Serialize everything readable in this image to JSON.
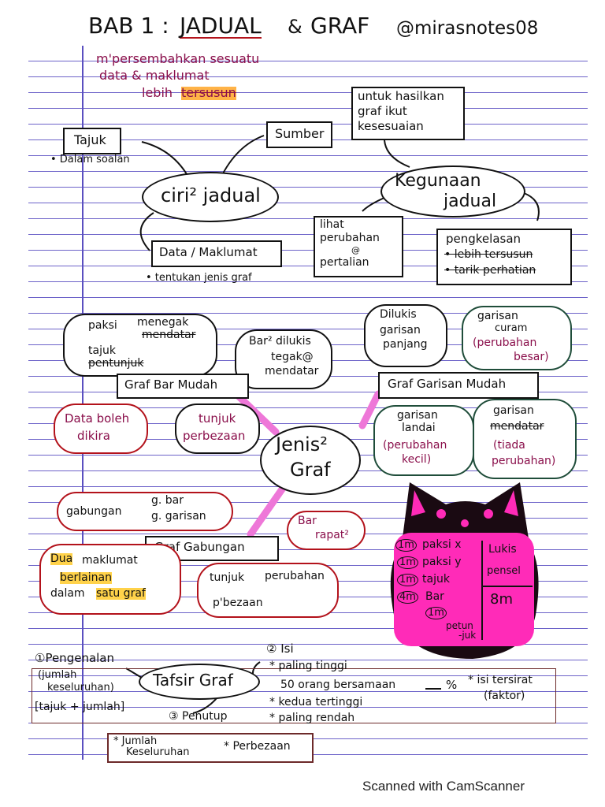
{
  "header": {
    "title_left": "BAB 1 :",
    "title_jadual": "JADUAL",
    "title_and": "&",
    "title_graf": "GRAF",
    "handle": "@mirasnotes08"
  },
  "intro": {
    "line1": "m'persembahkan sesuatu",
    "line2": "data & maklumat",
    "line3": "lebih",
    "line3_hl": "tersusun"
  },
  "ciri": {
    "center": "ciri² jadual",
    "tajuk": "Tajuk",
    "tajuk_note": "• Dalam soalan",
    "sumber": "Sumber",
    "data": "Data / Maklumat",
    "data_note": "• tentukan jenis graf"
  },
  "kegunaan": {
    "center_line1": "Kegunaan",
    "center_line2": "jadual",
    "top_box": [
      "untuk hasilkan",
      "graf ikut",
      "kesesuaian"
    ],
    "left_box": [
      "lihat",
      "perubahan",
      "@",
      "pertalian"
    ],
    "right_box": [
      "pengkelasan",
      "• lebih tersusun",
      "• tarik perhatian"
    ]
  },
  "jenis": {
    "center_line1": "Jenis²",
    "center_line2": "Graf"
  },
  "bar": {
    "label": "Graf Bar Mudah",
    "cloud_top": [
      "paksi",
      "menegak",
      "mendatar",
      "tajuk",
      "pentunjuk"
    ],
    "cloud_right": [
      "Bar² dilukis",
      "tegak@",
      "mendatar"
    ],
    "cloud_bl": [
      "Data boleh",
      "dikira"
    ],
    "cloud_br": [
      "tunjuk",
      "perbezaan"
    ]
  },
  "garisan": {
    "label": "Graf Garisan Mudah",
    "cloud_tl": [
      "Dilukis",
      "garisan",
      "panjang"
    ],
    "cloud_tr": [
      "garisan",
      "curam",
      "(perubahan",
      "besar)"
    ],
    "cloud_bl": [
      "garisan",
      "landai",
      "(perubahan",
      "kecil)"
    ],
    "cloud_br": [
      "garisan",
      "mendatar",
      "(tiada",
      "perubahan)"
    ]
  },
  "gabungan": {
    "label": "Graf Gabungan",
    "cloud_top": [
      "gabungan",
      "g. bar",
      "g. garisan"
    ],
    "cloud_bar": [
      "Bar",
      "rapat²"
    ],
    "cloud_left": [
      "Dua",
      "maklumat",
      "berlainan",
      "dalam",
      "satu graf"
    ],
    "cloud_right": [
      "tunjuk",
      "perubahan",
      "p'bezaan"
    ]
  },
  "cat": {
    "items": [
      "1m",
      "paksi x",
      "1m",
      "paksi y",
      "1m",
      "tajuk",
      "4m",
      "Bar",
      "1m",
      "petun",
      "-juk"
    ],
    "right_top": [
      "Lukis",
      "pensel"
    ],
    "total": "8m",
    "colors": {
      "body": "#1a0a12",
      "tummy": "#ff2bb8",
      "ears": "#ff2bb8"
    }
  },
  "tafsir": {
    "center": "Tafsir Graf",
    "step1": "①Pengenalan",
    "step1_detail": [
      "(jumlah",
      "keseluruhan)"
    ],
    "step1_box": "[tajuk + jumlah]",
    "step2": "② Isi",
    "step2_items": [
      "* paling tinggi",
      "50 orang bersamaan",
      "%",
      "* kedua tertinggi",
      "* paling rendah"
    ],
    "step2_right": [
      "* isi tersirat",
      "(faktor)"
    ],
    "step3": "③ Penutup",
    "bottom_box": [
      "* Jumlah",
      "Keseluruhan",
      "* Perbezaan"
    ]
  },
  "footer": {
    "scanner": "Scanned with CamScanner"
  }
}
